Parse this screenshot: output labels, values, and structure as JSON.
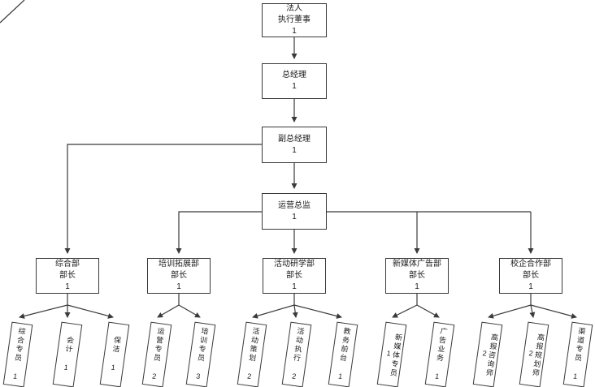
{
  "colors": {
    "background": "#ffffff",
    "box_fill": "#ffffff",
    "box_border": "#3a3a3a",
    "connector_line": "#3a3a3a",
    "text": "#1a1a1a"
  },
  "org": {
    "root": {
      "label": "法人\n执行董事\n1"
    },
    "general_manager": {
      "label": "总经理\n1"
    },
    "deputy_general_manager": {
      "label": "副总经理\n1"
    },
    "operations_director": {
      "label": "运营总监\n1"
    },
    "departments": [
      {
        "label": "综合部\n部长\n1",
        "children": [
          {
            "label": "综合专员 1"
          },
          {
            "label": "会计 1"
          },
          {
            "label": "保洁 1"
          }
        ]
      },
      {
        "label": "培训拓展部\n部长\n1",
        "children": [
          {
            "label": "运营专员 2"
          },
          {
            "label": "培训专员 3"
          }
        ]
      },
      {
        "label": "活动研学部\n部长\n1",
        "children": [
          {
            "label": "活动策划 2"
          },
          {
            "label": "活动执行 2"
          },
          {
            "label": "教务前台 1"
          }
        ]
      },
      {
        "label": "新媒体广告部\n部长\n1",
        "children": [
          {
            "label": "新媒体专员 1"
          },
          {
            "label": "广告业务 1"
          }
        ]
      },
      {
        "label": "校企合作部\n部长\n1",
        "children": [
          {
            "label": "高报咨询师 2"
          },
          {
            "label": "高报规划师 2"
          },
          {
            "label": "渠道专员 1"
          }
        ]
      }
    ]
  }
}
